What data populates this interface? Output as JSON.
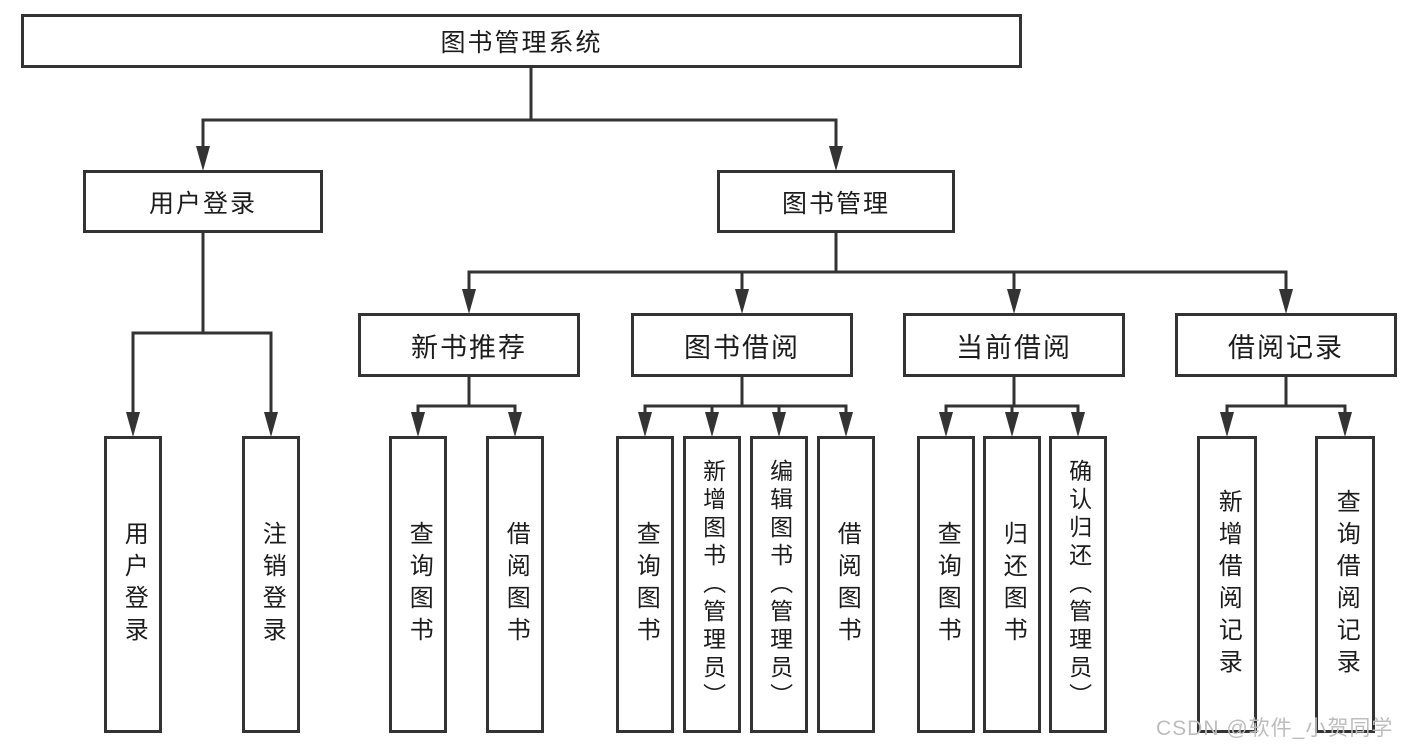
{
  "diagram_title": "图书管理系统",
  "nodes": {
    "root": "图书管理系统",
    "level2": [
      "用户登录",
      "图书管理"
    ],
    "level3": [
      "新书推荐",
      "图书借阅",
      "当前借阅",
      "借阅记录"
    ],
    "leaves": [
      "用户登录",
      "注销登录",
      "查询图书",
      "借阅图书",
      "查询图书",
      "新增图书（管理员）",
      "编辑图书（管理员）",
      "借阅图书",
      "查询图书",
      "归还图书",
      "确认归还（管理员）",
      "新增借阅记录",
      "查询借阅记录"
    ]
  },
  "hierarchy": {
    "图书管理系统": [
      "用户登录",
      "图书管理"
    ],
    "用户登录": [
      "用户登录",
      "注销登录"
    ],
    "图书管理": [
      "新书推荐",
      "图书借阅",
      "当前借阅",
      "借阅记录"
    ],
    "新书推荐": [
      "查询图书",
      "借阅图书"
    ],
    "图书借阅": [
      "查询图书",
      "新增图书（管理员）",
      "编辑图书（管理员）",
      "借阅图书"
    ],
    "当前借阅": [
      "查询图书",
      "归还图书",
      "确认归还（管理员）"
    ],
    "借阅记录": [
      "新增借阅记录",
      "查询借阅记录"
    ]
  },
  "watermark": "CSDN @软件_小贺同学",
  "colors": {
    "line": "#333333",
    "text": "#1c1c1c",
    "background": "#ffffff",
    "watermark": "#bdbdbd"
  }
}
